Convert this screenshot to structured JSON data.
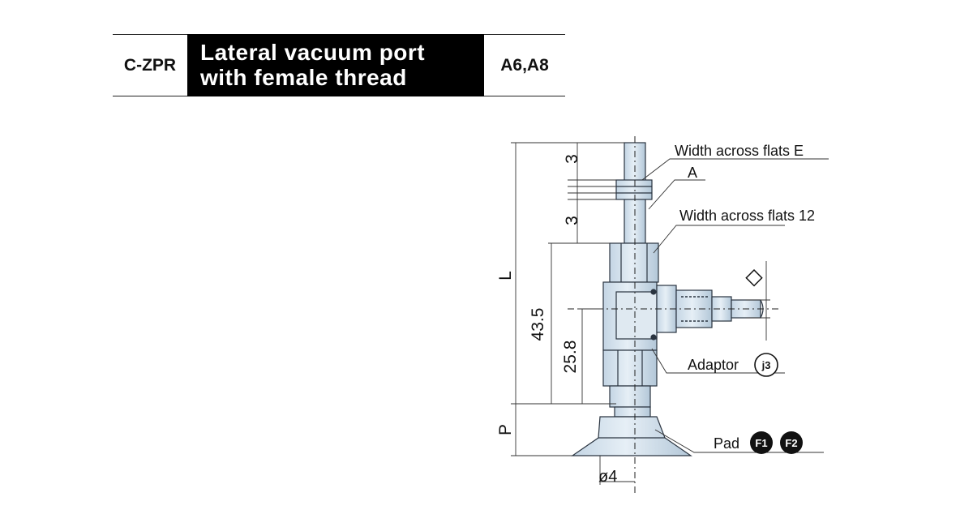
{
  "header": {
    "series_code": "C-ZPR",
    "title_line1": "Lateral vacuum port",
    "title_line2": "with female thread",
    "sizes": "A6,A8"
  },
  "labels": {
    "width_across_flats_e": "Width across flats E",
    "a": "A",
    "width_across_flats_12": "Width across flats 12",
    "adaptor": "Adaptor",
    "adaptor_badge": "j3",
    "pad": "Pad",
    "pad_badge_1": "F1",
    "pad_badge_2": "F2"
  },
  "dimensions": {
    "thread_top": "3",
    "thread_bottom": "3",
    "overall_length": "L",
    "height_43_5": "43.5",
    "height_25_8": "25.8",
    "pad_height": "P",
    "diameter": "ø4",
    "port_symbol": "◇"
  },
  "colors": {
    "body_fill": "#d6e4ef",
    "body_shade": "#b7cadb",
    "line": "#2a3440"
  }
}
